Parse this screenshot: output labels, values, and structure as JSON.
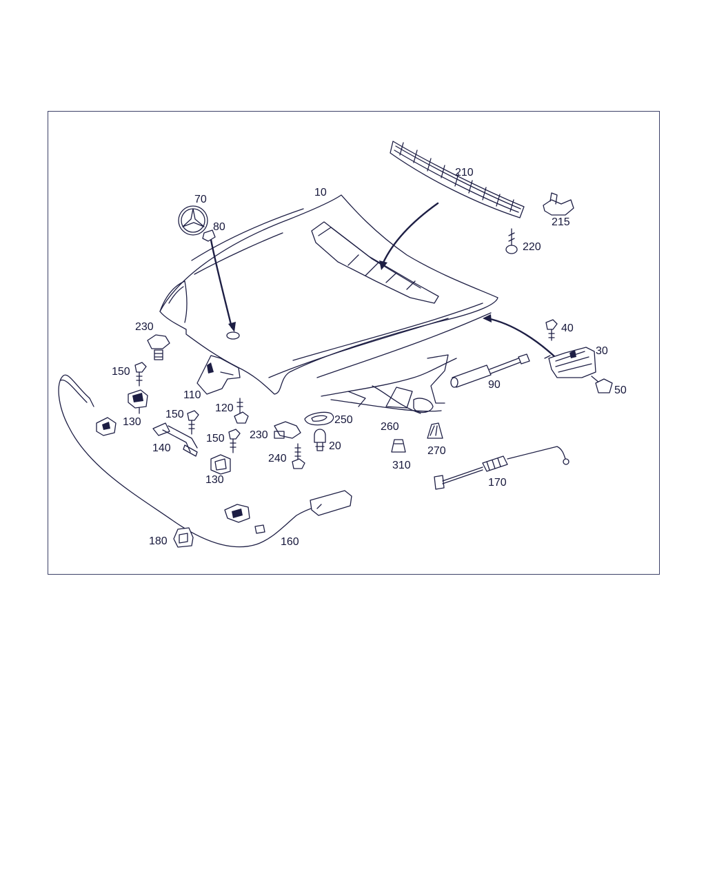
{
  "colors": {
    "ink": "#1d1e44",
    "label": "#15163a",
    "frame": "#3a3f66",
    "background": "#ffffff"
  },
  "labels": {
    "p10": "10",
    "p20": "20",
    "p30": "30",
    "p40": "40",
    "p50": "50",
    "p70": "70",
    "p80": "80",
    "p90": "90",
    "p110": "110",
    "p120": "120",
    "p130a": "130",
    "p130b": "130",
    "p140": "140",
    "p150a": "150",
    "p150b": "150",
    "p150c": "150",
    "p160": "160",
    "p170": "170",
    "p180": "180",
    "p210": "210",
    "p215": "215",
    "p220": "220",
    "p230a": "230",
    "p230b": "230",
    "p240": "240",
    "p250": "250",
    "p260": "260",
    "p270": "270",
    "p310": "310"
  }
}
